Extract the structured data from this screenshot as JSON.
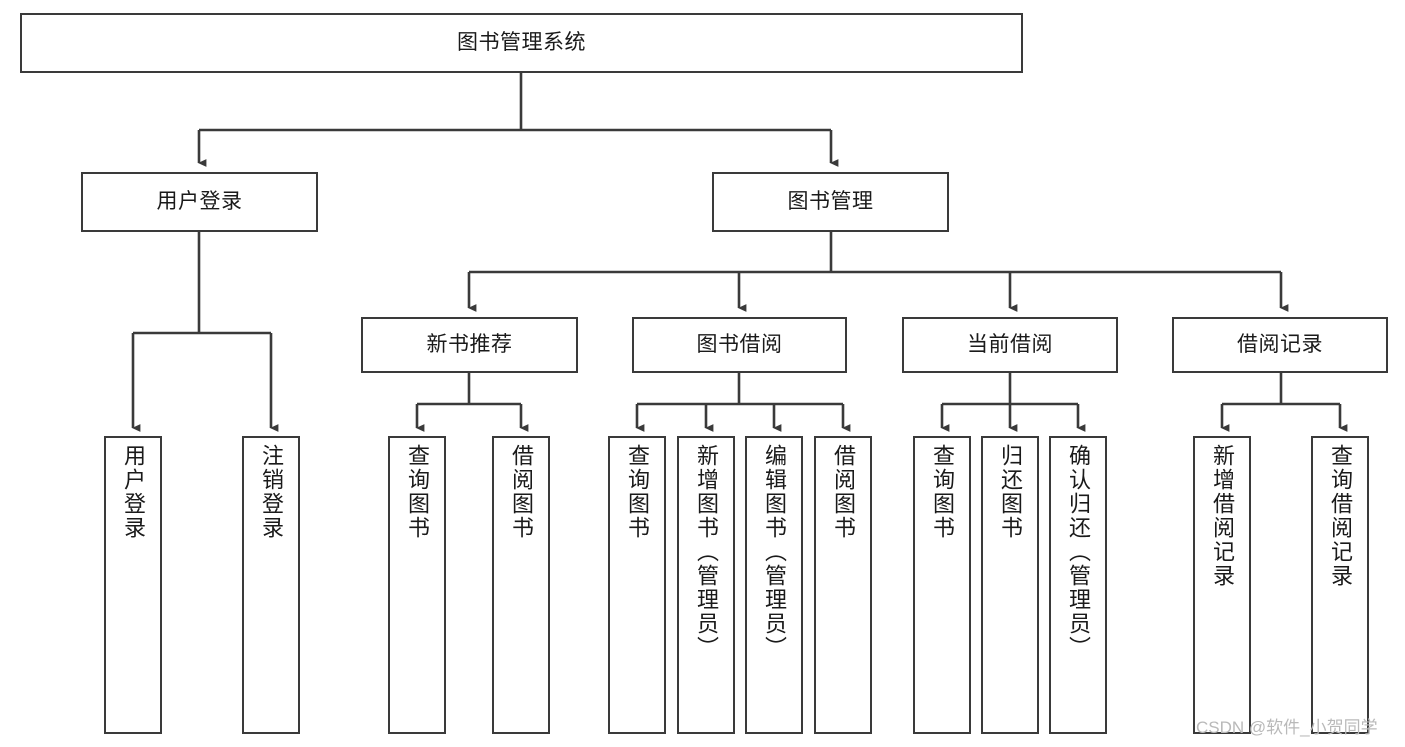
{
  "diagram": {
    "title": "图书管理系统",
    "type": "tree-hierarchy",
    "watermark": "CSDN @软件_小贺同学",
    "colors": {
      "background": "#ffffff",
      "box_border": "#3a3a3a",
      "connector": "#3a3a3a",
      "text": "#1a1a1a",
      "watermark": "#b9b9b9"
    },
    "root": {
      "label": "图书管理系统"
    },
    "level2": [
      {
        "label": "用户登录"
      },
      {
        "label": "图书管理"
      }
    ],
    "level3": [
      {
        "label": "新书推荐"
      },
      {
        "label": "图书借阅"
      },
      {
        "label": "当前借阅"
      },
      {
        "label": "借阅记录"
      }
    ],
    "leaves": {
      "user_login": [
        {
          "label": "用户登录"
        },
        {
          "label": "注销登录"
        }
      ],
      "new_book_recommend": [
        {
          "label": "查询图书"
        },
        {
          "label": "借阅图书"
        }
      ],
      "book_borrow": [
        {
          "label": "查询图书"
        },
        {
          "label": "新增图书（管理员）"
        },
        {
          "label": "编辑图书（管理员）"
        },
        {
          "label": "借阅图书"
        }
      ],
      "current_borrow": [
        {
          "label": "查询图书"
        },
        {
          "label": "归还图书"
        },
        {
          "label": "确认归还（管理员）"
        }
      ],
      "borrow_record": [
        {
          "label": "新增借阅记录"
        },
        {
          "label": "查询借阅记录"
        }
      ]
    }
  }
}
